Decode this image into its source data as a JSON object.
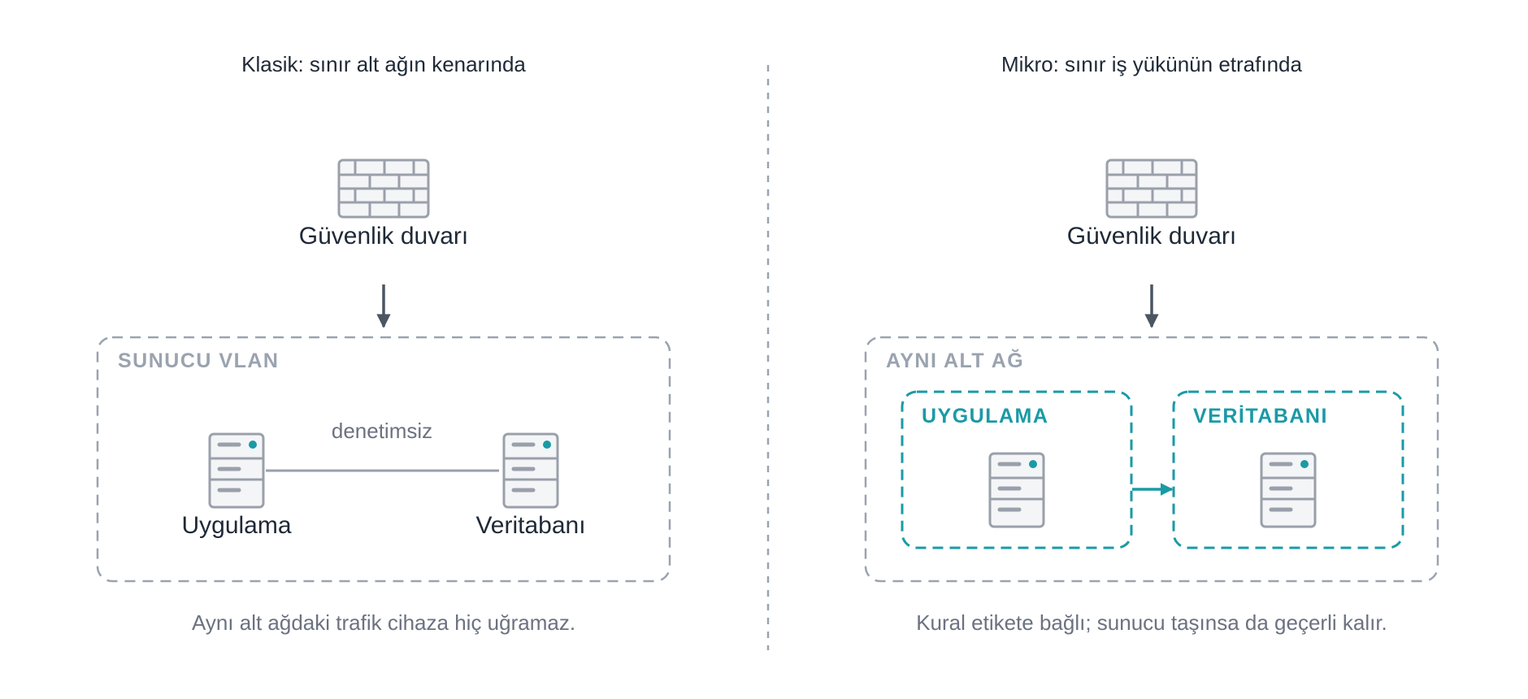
{
  "colors": {
    "icon_stroke": "#9aa0ab",
    "icon_fill": "#f4f5f7",
    "accent": "#1a9aa6",
    "arrow": "#4b5563",
    "zone_gray": "#9aa3af",
    "text_dark": "#1f2937",
    "text_muted": "#6b7280"
  },
  "classic": {
    "title": "Klasik: sınır alt ağın kenarında",
    "firewall_label": "Güvenlik duvarı",
    "zone_label": "SUNUCU VLAN",
    "app_label": "Uygulama",
    "db_label": "Veritabanı",
    "link_label": "denetimsiz",
    "caption": "Aynı alt ağdaki trafik cihaza hiç uğramaz."
  },
  "micro": {
    "title": "Mikro: sınır iş yükünün etrafında",
    "firewall_label": "Güvenlik duvarı",
    "zone_label": "AYNI ALT AĞ",
    "app_segment_label": "UYGULAMA",
    "db_segment_label": "VERİTABANI",
    "caption": "Kural etikete bağlı; sunucu taşınsa da geçerli kalır."
  },
  "icons": {
    "firewall": "brick-wall-icon",
    "server": "server-icon",
    "arrow": "arrow-down-icon"
  }
}
